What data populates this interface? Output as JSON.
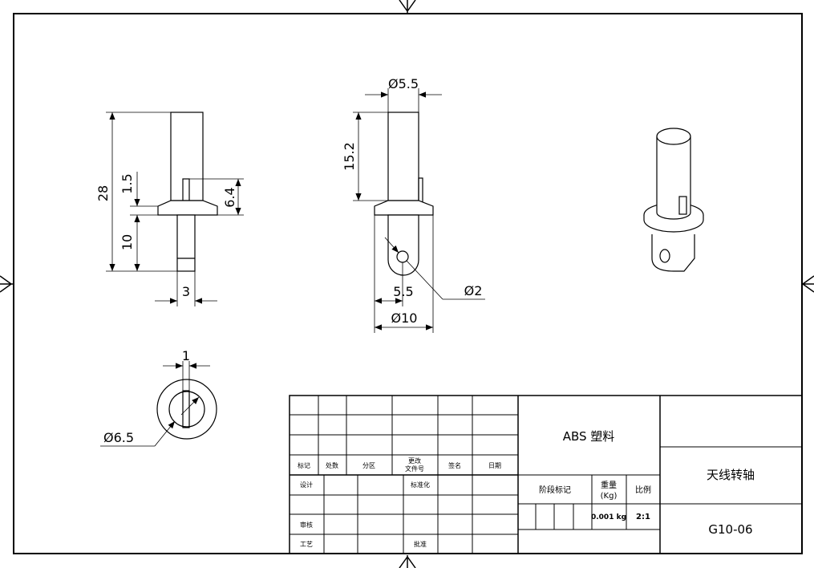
{
  "dimensions": {
    "d28": "28",
    "d1_5": "1.5",
    "d10": "10",
    "d6_4": "6.4",
    "d3": "3",
    "dia5_5": "Ø5.5",
    "d15_2": "15.2",
    "d5_5": "5.5",
    "dia2": "Ø2",
    "dia10": "Ø10",
    "d1": "1",
    "dia6_5": "Ø6.5"
  },
  "title_block": {
    "headers": {
      "mark": "标记",
      "count": "处数",
      "zone": "分区",
      "change_doc_line1": "更改",
      "change_doc_line2": "文件号",
      "signature": "签名",
      "date": "日期"
    },
    "labels": {
      "design": "设计",
      "standardization": "标准化",
      "review": "审核",
      "process": "工艺",
      "approve": "批准",
      "stage_mark": "阶段标记",
      "weight_line1": "重量",
      "weight_line2": "(Kg)",
      "scale_label": "比例"
    },
    "material": "ABS 塑料",
    "part_name": "天线转轴",
    "weight_value": "0.001 kg",
    "scale_value": "2:1",
    "drawing_number": "G10-06"
  }
}
